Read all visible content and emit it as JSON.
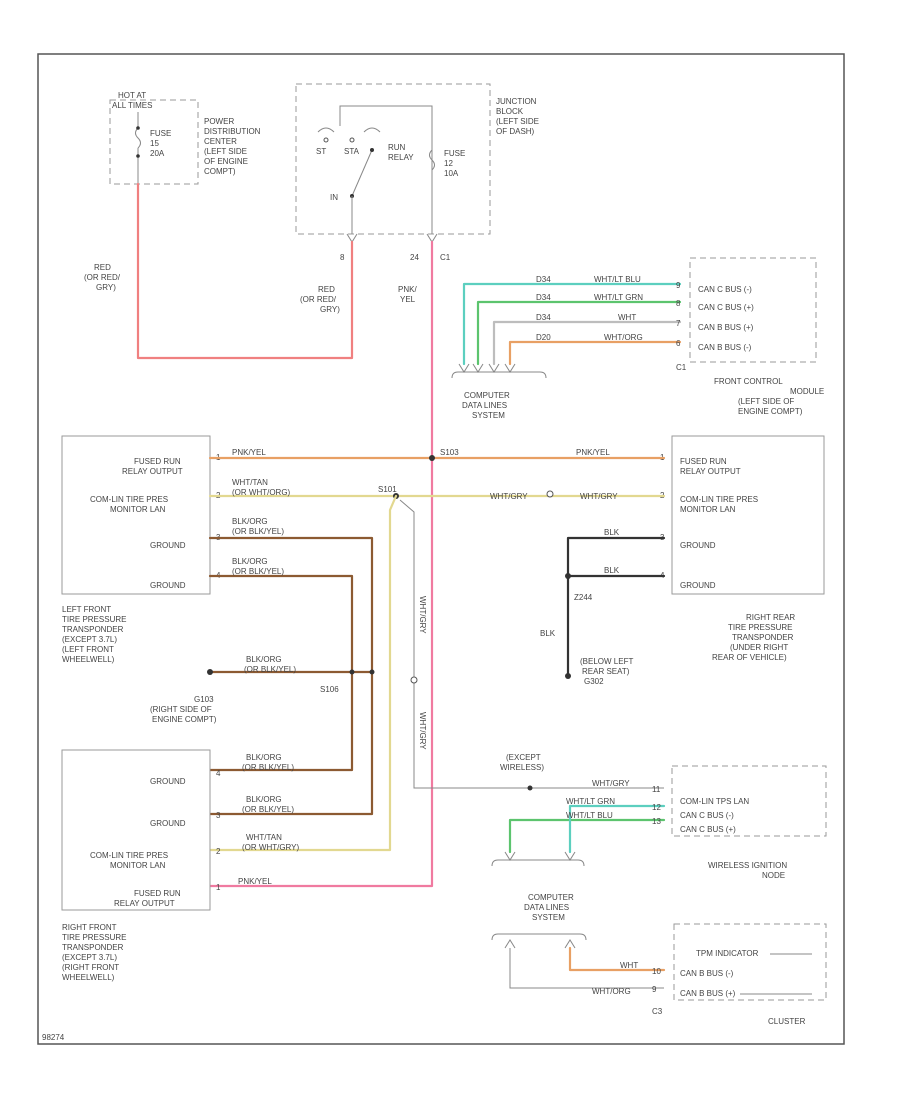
{
  "title": "",
  "colors": {
    "red": "#f08080",
    "pink": "#f07aa0",
    "orange": "#e8a064",
    "yellow": "#e2d890",
    "brown": "#8c5a32",
    "teal": "#5ccfbf",
    "green": "#5cc46e",
    "white_wire": "#bdbdbd",
    "black_wire": "#333333"
  },
  "labels": {
    "hot_at": "HOT AT",
    "all_times": "ALL TIMES",
    "fuse_15": "FUSE",
    "fuse_15_num": "15",
    "fuse_15_amp": "20A",
    "pdc_1": "POWER",
    "pdc_2": "DISTRIBUTION",
    "pdc_3": "CENTER",
    "pdc_4": "(LEFT SIDE",
    "pdc_5": "OF ENGINE",
    "pdc_6": "COMPT)",
    "jb_1": "JUNCTION",
    "jb_2": "BLOCK",
    "jb_3": "(LEFT SIDE",
    "jb_4": "OF DASH)",
    "st": "ST",
    "sta": "STA",
    "run": "RUN",
    "relay": "RELAY",
    "in": "IN",
    "fuse_jb": "FUSE",
    "fuse_jb_num": "12",
    "fuse_jb_amp": "10A",
    "pin_8": "8",
    "pin_24": "24",
    "c1": "C1",
    "red_1": "RED",
    "red_2": "(OR RED/",
    "red_3": "GRY)",
    "red_b1": "RED",
    "red_b2": "(OR RED/",
    "red_b3": "GRY)",
    "pnk": "PNK/",
    "yel": "YEL",
    "can_wire_1": "D34",
    "can_wire_2": "D34",
    "can_wire_3": "D34",
    "can_wire_4": "D20",
    "can_col_1": "WHT/LT BLU",
    "can_col_2": "WHT/LT GRN",
    "can_col_3": "WHT",
    "can_col_4": "WHT/ORG",
    "can_pin_1": "9",
    "can_pin_2": "8",
    "can_pin_3": "7",
    "can_pin_4": "6",
    "can_c_l": "CAN C BUS (-)",
    "can_c_h": "CAN C BUS (+)",
    "can_b_h": "CAN B BUS (+)",
    "can_b_l": "CAN B BUS (-)",
    "c1_b": "C1",
    "cdl_1": "COMPUTER",
    "cdl_2": "DATA LINES",
    "cdl_3": "SYSTEM",
    "fcm_1": "FRONT CONTROL",
    "fcm_2": "MODULE",
    "fcm_3": "(LEFT SIDE OF",
    "fcm_4": "ENGINE COMPT)",
    "l_fused_1": "FUSED RUN",
    "l_fused_2": "RELAY OUTPUT",
    "l_can_1": "COM-LIN TIRE PRES",
    "l_can_2": "MONITOR LAN",
    "l_gnd_1": "GROUND",
    "l_gnd_2": "GROUND",
    "l_pin_1": "1",
    "l_pin_2": "2",
    "l_pin_3": "3",
    "l_pin_4": "4",
    "w_pnkyel_1": "PNK/YEL",
    "w_pnkyel_2": "PNK/YEL",
    "s103": "S103",
    "w_whttan": "WHT/TAN",
    "w_whttan_alt": "(OR WHT/ORG)",
    "w_whtgry_r": "WHT/GRY",
    "s_junction": "S101",
    "w_blkorg_1": "BLK/ORG",
    "w_blkorg_1b": "(OR BLK/YEL)",
    "w_blkorg_2": "BLK/ORG",
    "w_blkorg_2b": "(OR BLK/YEL)",
    "r_fused_1": "FUSED RUN",
    "r_fused_2": "RELAY OUTPUT",
    "r_can_1": "COM-LIN TIRE PRES",
    "r_can_2": "MONITOR LAN",
    "r_gnd_1": "GROUND",
    "r_gnd_2": "GROUND",
    "r_pin_1": "1",
    "r_pin_2": "2",
    "r_pin_3": "3",
    "r_pin_4": "4",
    "blk_1": "BLK",
    "blk_2": "BLK",
    "z244": "Z244",
    "blk_v": "BLK",
    "lfw_1": "LEFT FRONT",
    "lfw_2": "TIRE PRESSURE",
    "lfw_3": "TRANSPONDER",
    "lfw_4": "(EXCEPT 3.7L)",
    "lfw_5": "(LEFT FRONT",
    "lfw_6": "WHEELWELL)",
    "rrw_1": "RIGHT REAR",
    "rrw_2": "TIRE PRESSURE",
    "rrw_3": "TRANSPONDER",
    "rrw_4": "(UNDER RIGHT",
    "rrw_5": "REAR OF VEHICLE)",
    "g302_1": "(BELOW LEFT",
    "g302_2": "REAR SEAT)",
    "g302_3": "G302",
    "g103_blk": "BLK/ORG",
    "g103_blk_b": "(OR BLK/YEL)",
    "g103": "G103",
    "g103_1": "(RIGHT SIDE OF",
    "g103_2": "ENGINE COMPT)",
    "s106": "S106",
    "vert_wht_1": "WHT/GRY",
    "vert_wht_2": "WHT/GRY",
    "rf_gnd_1": "GROUND",
    "rf_gnd_2": "GROUND",
    "rf_can_1": "COM-LIN TIRE PRES",
    "rf_can_2": "MONITOR LAN",
    "rf_fused_1": "FUSED RUN",
    "rf_fused_2": "RELAY OUTPUT",
    "rf_pin_1": "4",
    "rf_pin_2": "3",
    "rf_pin_3": "2",
    "rf_pin_4": "1",
    "rf_blk_1": "BLK/ORG",
    "rf_blk_1b": "(OR BLK/YEL)",
    "rf_blk_2": "BLK/ORG",
    "rf_blk_2b": "(OR BLK/YEL)",
    "rf_wht": "WHT/TAN",
    "rf_wht_b": "(OR WHT/GRY)",
    "rf_pnk": "PNK/YEL",
    "rfw_1": "RIGHT FRONT",
    "rfw_2": "TIRE PRESSURE",
    "rfw_3": "TRANSPONDER",
    "rfw_4": "(EXCEPT 3.7L)",
    "rfw_5": "(RIGHT FRONT",
    "rfw_6": "WHEELWELL)",
    "except_1": "(EXCEPT",
    "except_2": "WIRELESS)",
    "win_w1": "WHT/GRY",
    "win_w2": "WHT/LT GRN",
    "win_w3": "WHT/LT BLU",
    "win_p1": "11",
    "win_p2": "12",
    "win_p3": "13",
    "win_t1": "COM-LIN TPS LAN",
    "win_t2": "CAN C BUS (-)",
    "win_t3": "CAN C BUS (+)",
    "win_1": "WIRELESS IGNITION",
    "win_2": "NODE",
    "cdl2_1": "COMPUTER",
    "cdl2_2": "DATA LINES",
    "cdl2_3": "SYSTEM",
    "cl_w1": "WHT",
    "cl_w2": "WHT/ORG",
    "cl_p1": "10",
    "cl_p2": "9",
    "cl_t1": "TPM INDICATOR",
    "cl_t2": "CAN B BUS (-)",
    "cl_t3": "CAN B BUS (+)",
    "c3": "C3",
    "cluster": "CLUSTER",
    "corner": "98274"
  }
}
